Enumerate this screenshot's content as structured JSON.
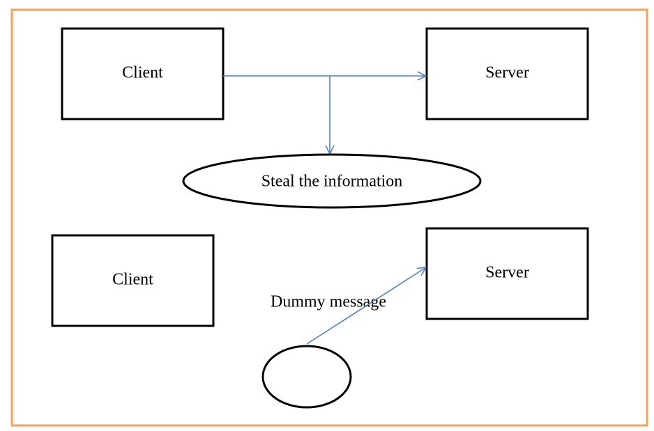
{
  "diagram": {
    "top": {
      "client_label": "Client",
      "server_label": "Server",
      "attack_label": "Steal the information"
    },
    "bottom": {
      "client_label": "Client",
      "server_label": "Server",
      "message_label": "Dummy message"
    }
  },
  "colors": {
    "frame": "#f4a259",
    "arrow": "#4f81bd",
    "stroke": "#000000",
    "background": "#ffffff"
  }
}
